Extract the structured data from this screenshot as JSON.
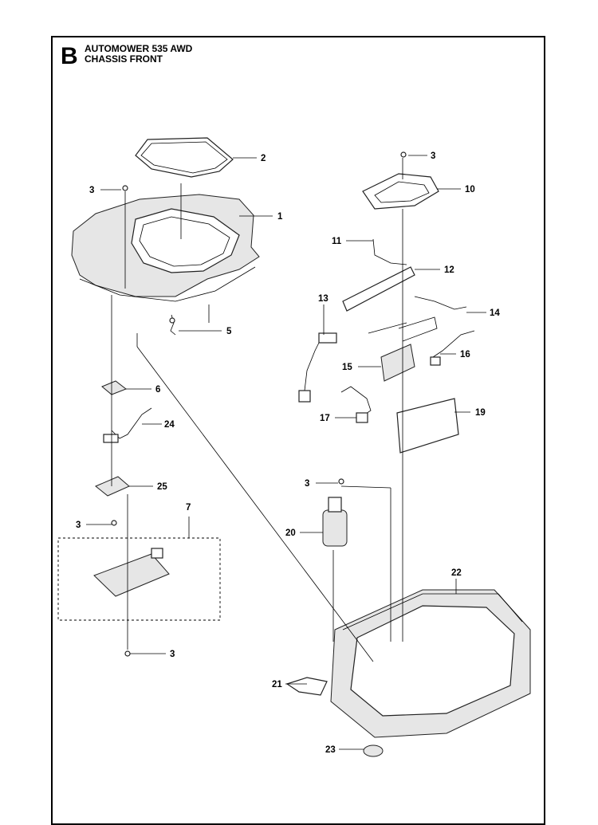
{
  "header": {
    "section_letter": "B",
    "title_line1": "AUTOMOWER 535 AWD",
    "title_line2": "CHASSIS FRONT"
  },
  "callouts": {
    "c1": "1",
    "c2": "2",
    "c3a": "3",
    "c3b": "3",
    "c3c": "3",
    "c3d": "3",
    "c3e": "3",
    "c5": "5",
    "c6": "6",
    "c7": "7",
    "c10": "10",
    "c11": "11",
    "c12": "12",
    "c13": "13",
    "c14": "14",
    "c15": "15",
    "c16": "16",
    "c17": "17",
    "c19": "19",
    "c20": "20",
    "c21": "21",
    "c22": "22",
    "c23": "23",
    "c24": "24",
    "c25": "25"
  }
}
